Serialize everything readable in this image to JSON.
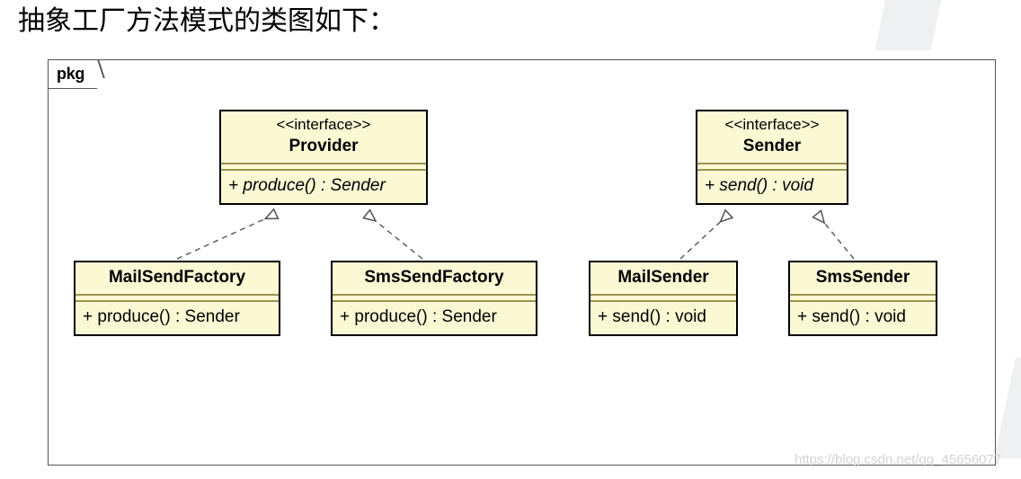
{
  "page": {
    "title": "抽象工厂方法模式的类图如下：",
    "watermark": "https://blog.csdn.net/qq_45656077"
  },
  "diagram": {
    "type": "uml-class-diagram",
    "frame_label": "pkg",
    "colors": {
      "box_fill": "#fbf8d4",
      "box_border": "#000000",
      "separator": "#9a9450",
      "frame_border": "#555555",
      "edge": "#555555",
      "background": "#ffffff"
    },
    "classes": [
      {
        "id": "provider",
        "stereotype": "<<interface>>",
        "name": "Provider",
        "members": [
          "+ produce() : Sender"
        ],
        "abstract": true
      },
      {
        "id": "sender",
        "stereotype": "<<interface>>",
        "name": "Sender",
        "members": [
          "+ send() : void"
        ],
        "abstract": true
      },
      {
        "id": "mailsendfactory",
        "stereotype": "",
        "name": "MailSendFactory",
        "members": [
          "+ produce() : Sender"
        ],
        "abstract": false
      },
      {
        "id": "smssendfactory",
        "stereotype": "",
        "name": "SmsSendFactory",
        "members": [
          "+ produce() : Sender"
        ],
        "abstract": false
      },
      {
        "id": "mailsender",
        "stereotype": "",
        "name": "MailSender",
        "members": [
          "+ send() : void"
        ],
        "abstract": false
      },
      {
        "id": "smssender",
        "stereotype": "",
        "name": "SmsSender",
        "members": [
          "+ send() : void"
        ],
        "abstract": false
      }
    ],
    "relationships": [
      {
        "from": "MailSendFactory",
        "to": "Provider",
        "kind": "realization"
      },
      {
        "from": "SmsSendFactory",
        "to": "Provider",
        "kind": "realization"
      },
      {
        "from": "MailSender",
        "to": "Sender",
        "kind": "realization"
      },
      {
        "from": "SmsSender",
        "to": "Sender",
        "kind": "realization"
      }
    ]
  }
}
